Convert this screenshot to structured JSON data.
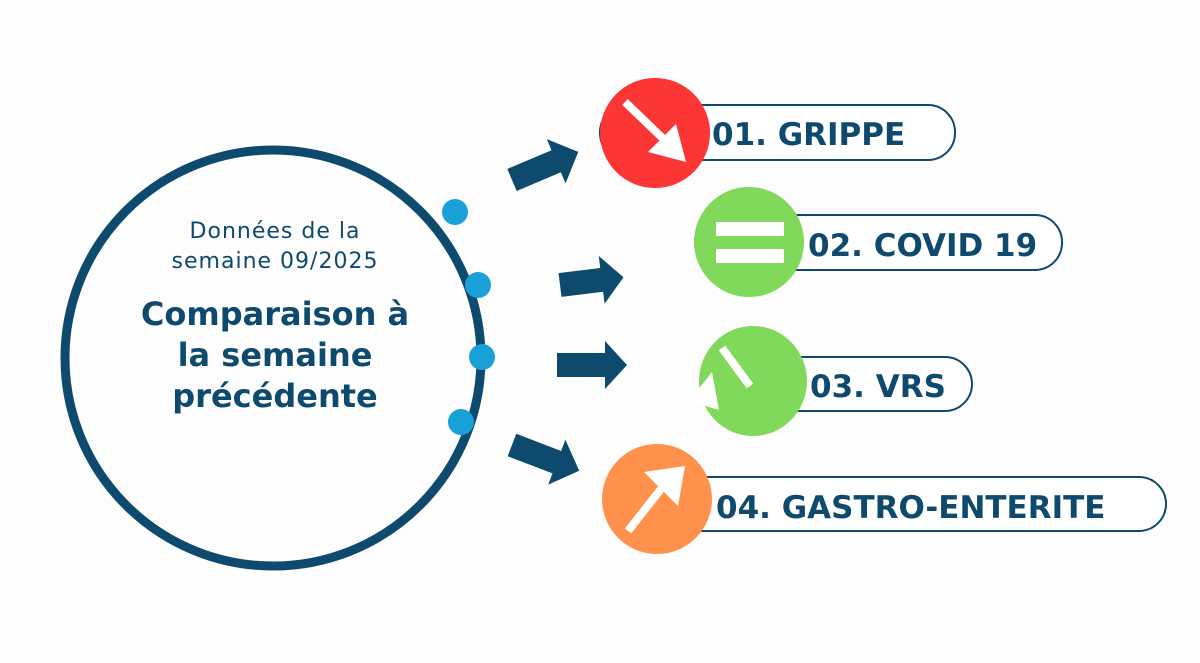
{
  "center": {
    "subtitle_line1": "Données de la",
    "subtitle_line2": "semaine 09/2025",
    "title_line1": "Comparaison à",
    "title_line2": "la semaine",
    "title_line3": "précédente"
  },
  "items": [
    {
      "label": "01. GRIPPE",
      "trend": "down",
      "color": "#fc3535",
      "icon": "arrow-down-right-icon"
    },
    {
      "label": "02. COVID 19",
      "trend": "stable",
      "color": "#80d95a",
      "icon": "equals-icon"
    },
    {
      "label": "03. VRS",
      "trend": "down",
      "color": "#80d95a",
      "icon": "arrow-down-right-icon"
    },
    {
      "label": "04. GASTRO-ENTERITE",
      "trend": "up",
      "color": "#fe924c",
      "icon": "arrow-up-right-icon"
    }
  ],
  "colors": {
    "navy": "#0d4a6e",
    "dot": "#1aa0d8"
  }
}
